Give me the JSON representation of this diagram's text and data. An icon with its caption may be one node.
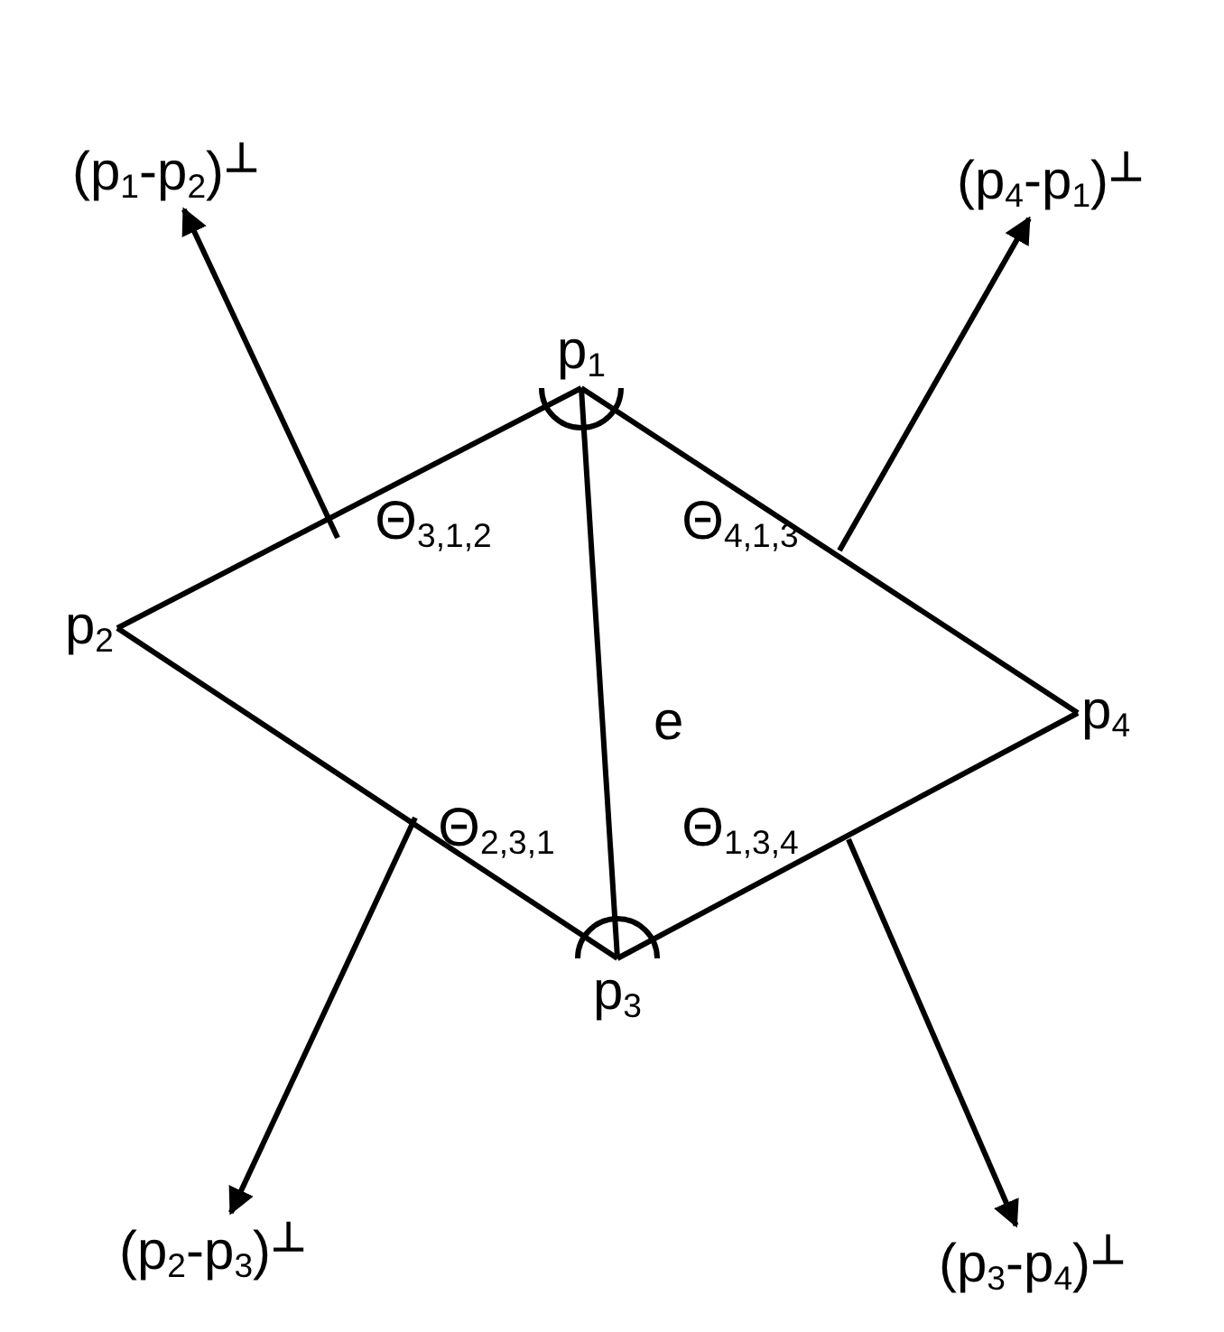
{
  "diagram": {
    "nodes": [
      {
        "text": [
          "(p$_{1}$-p$_{2}$)$^{⊥}$"
        ]
      },
      {
        "text": [
          "(p$_{4}$-p$_{1}$)$^{⊥}$"
        ]
      },
      {
        "text": [
          "p$_{1}$"
        ]
      },
      {
        "text": [
          "p$_{2}$"
        ]
      },
      {
        "text": [
          "p$_{4}$"
        ]
      },
      {
        "text": [
          "p$_{3}$"
        ]
      },
      {
        "text": [
          "(p$_{2}$-p$_{3}$)$^{⊥}$"
        ]
      },
      {
        "text": [
          "(p$_{3}$-p$_{4}$)$^{⊥}$"
        ]
      }
    ],
    "edges": [
      {
        "from": 2,
        "to": 3,
        "arrow": "none"
      },
      {
        "from": 2,
        "to": 4,
        "arrow": "none"
      },
      {
        "from": 3,
        "to": 5,
        "arrow": "none"
      },
      {
        "from": 5,
        "to": 4,
        "arrow": "none"
      },
      {
        "from": 2,
        "to": 5,
        "arrow": "none",
        "label": "e"
      },
      {
        "from": null,
        "to": 0,
        "arrow": "to"
      },
      {
        "from": null,
        "to": 1,
        "arrow": "to"
      },
      {
        "from": null,
        "to": 6,
        "arrow": "to"
      },
      {
        "from": null,
        "to": 7,
        "arrow": "to"
      }
    ],
    "labels": [
      "Θ$_{3,1,2}$",
      "Θ$_{4,1,3}$",
      "Θ$_{2,3,1}$",
      "Θ$_{1,3,4}$"
    ]
  }
}
